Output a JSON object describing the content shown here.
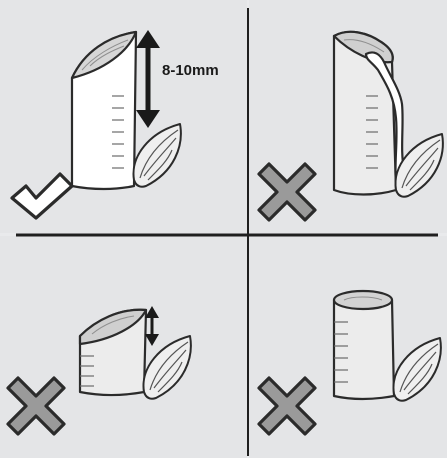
{
  "colors": {
    "background": "#e9eaec",
    "panel": "#e4e5e7",
    "divider": "#1f1f1f",
    "outline": "#2b2b2b",
    "stem_fill": "#ffffff",
    "cut_face": "#d2d2d2",
    "stem_shade": "#e9e9e9",
    "check_fill": "#ffffff",
    "cross_fill": "#9a9a9a"
  },
  "panels": [
    {
      "id": "top-left",
      "status": "correct",
      "status_icon": "check-icon",
      "measurement": {
        "label": "8-10mm",
        "arrow": "double-vertical-arrow"
      }
    },
    {
      "id": "top-right",
      "status": "incorrect",
      "status_icon": "cross-icon",
      "detail": "sap-drip"
    },
    {
      "id": "bottom-left",
      "status": "incorrect",
      "status_icon": "cross-icon",
      "detail": "short-cut"
    },
    {
      "id": "bottom-right",
      "status": "incorrect",
      "status_icon": "cross-icon",
      "detail": "flat-cut"
    }
  ]
}
